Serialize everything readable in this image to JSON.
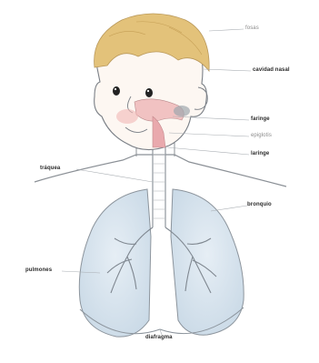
{
  "figure": {
    "labels": [
      {
        "id": "nasal-cavity-top",
        "text": "fosas"
      },
      {
        "id": "nasal-cavity",
        "text": "cavidad nasal"
      },
      {
        "id": "pharynx",
        "text": "faringe"
      },
      {
        "id": "epiglottis",
        "text": "epiglotis"
      },
      {
        "id": "larynx",
        "text": "laringe"
      },
      {
        "id": "trachea",
        "text": "tráquea"
      },
      {
        "id": "bronchi",
        "text": "bronquio"
      },
      {
        "id": "lungs",
        "text": "pulmones"
      },
      {
        "id": "diaphragm",
        "text": "diafragma"
      }
    ],
    "colors": {
      "outline": "#7a7f86",
      "hair": "#e3c27a",
      "lung_fill": "#d6e4ee",
      "airway_pink": "#e9a9ad",
      "skin_blush": "#f1b7b5"
    }
  }
}
